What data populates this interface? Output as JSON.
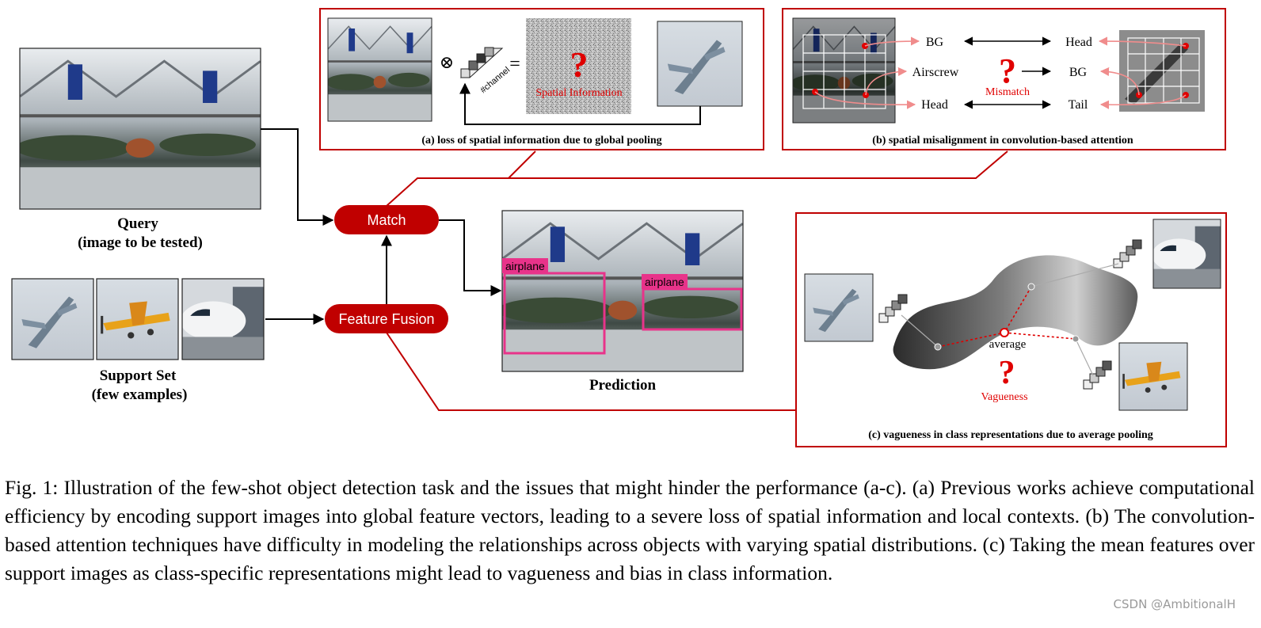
{
  "query": {
    "label": "Query",
    "sublabel": "(image to be tested)"
  },
  "support": {
    "label": "Support Set",
    "sublabel": "(few examples)"
  },
  "nodes": {
    "match": "Match",
    "fusion": "Feature Fusion"
  },
  "prediction": {
    "label": "Prediction",
    "boxes": [
      "airplane",
      "airplane"
    ]
  },
  "panel_a": {
    "caption": "(a) loss of spatial information due to global pooling",
    "spatial_text": "Spatial Information",
    "channel_label": "#channel",
    "otimes": "⊗",
    "equals": "="
  },
  "panel_b": {
    "caption": "(b)  spatial misalignment in convolution-based attention",
    "left_labels": [
      "BG",
      "Airscrew",
      "Head"
    ],
    "right_labels": [
      "Head",
      "BG",
      "Tail"
    ],
    "mismatch": "Mismatch"
  },
  "panel_c": {
    "caption": "(c) vagueness in class representations due to average pooling",
    "average": "average",
    "vagueness": "Vagueness"
  },
  "question_mark": "?",
  "figure_caption": "Fig. 1: Illustration of the few-shot object detection task and the issues that might hinder the performance (a-c). (a) Previous works achieve computational efficiency by encoding support images into global feature vectors, leading to a severe loss of spatial information and local contexts. (b) The convolution-based attention techniques have difficulty in modeling the relationships across objects with varying spatial distributions. (c) Taking the mean features over support images as class-specific representations might lead to vagueness and bias in class information.",
  "watermark": "CSDN @AmbitionalH",
  "colors": {
    "accent_red": "#c00000",
    "pink": "#e8338a",
    "panel_border": "#c00000"
  }
}
